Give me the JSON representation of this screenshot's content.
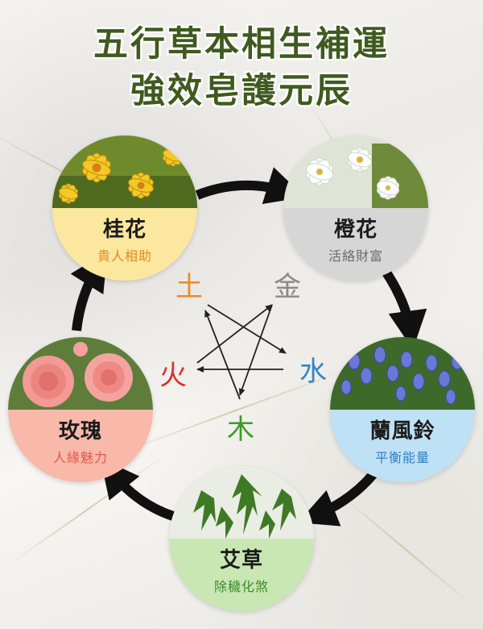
{
  "title": {
    "line1": "五行草本相生補運",
    "line2": "強效皂護元辰"
  },
  "herbs": [
    {
      "id": "guihua",
      "name": "桂花",
      "desc": "貴人相助",
      "band_color": "#fbe79e",
      "desc_color": "#e68a1f",
      "photo": "yellow-flowers"
    },
    {
      "id": "chenghua",
      "name": "橙花",
      "desc": "活絡財富",
      "band_color": "#d6d6d6",
      "desc_color": "#6b6b6b",
      "photo": "white-flowers"
    },
    {
      "id": "lanfengling",
      "name": "蘭風鈴",
      "desc": "平衡能量",
      "band_color": "#bfe1f6",
      "desc_color": "#2f7fc0",
      "photo": "bluebells"
    },
    {
      "id": "aicao",
      "name": "艾草",
      "desc": "除穢化煞",
      "band_color": "#c8e7b3",
      "desc_color": "#3f8a2a",
      "photo": "mugwort"
    },
    {
      "id": "meigui",
      "name": "玫瑰",
      "desc": "人緣魅力",
      "band_color": "#f8b8aa",
      "desc_color": "#e0584a",
      "photo": "pink-roses"
    }
  ],
  "elements": [
    {
      "id": "earth",
      "char": "土",
      "color": "#ef8a22"
    },
    {
      "id": "metal",
      "char": "金",
      "color": "#8a8a8a"
    },
    {
      "id": "water",
      "char": "水",
      "color": "#2f86c7"
    },
    {
      "id": "wood",
      "char": "木",
      "color": "#3f9a2a"
    },
    {
      "id": "fire",
      "char": "火",
      "color": "#d8322b"
    }
  ],
  "colors": {
    "title": "#3f5a1e",
    "cycle_arrow": "#111111",
    "star_arrow": "#222222"
  }
}
